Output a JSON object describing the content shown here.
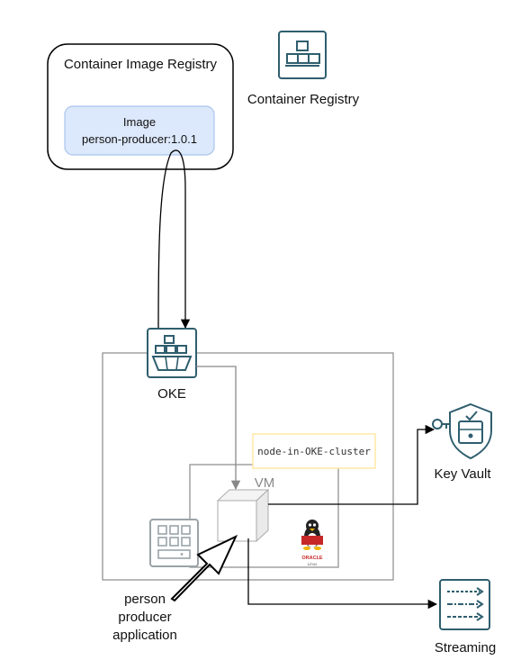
{
  "registry_group": {
    "title": "Container Image Registry"
  },
  "image_box": {
    "line1": "Image",
    "line2": "person-producer:1.0.1"
  },
  "container_registry": {
    "label": "Container Registry",
    "icon": "container-registry-icon"
  },
  "oke": {
    "label": "OKE",
    "icon": "oke-icon"
  },
  "node_label": "node-in-OKE-cluster",
  "vm": {
    "label": "VM"
  },
  "oracle_linux": {
    "text1": "ORACLE",
    "text2": "Linux"
  },
  "app_label": [
    "person",
    "producer",
    "application"
  ],
  "key_vault": {
    "label": "Key Vault",
    "icon": "key-vault-icon"
  },
  "streaming": {
    "label": "Streaming",
    "icon": "streaming-icon"
  },
  "colors": {
    "oci_teal": "#2F5E6E",
    "image_fill": "#DCE8FB",
    "image_stroke": "#A9C4EE",
    "node_label_stroke": "#FFE9A6"
  }
}
